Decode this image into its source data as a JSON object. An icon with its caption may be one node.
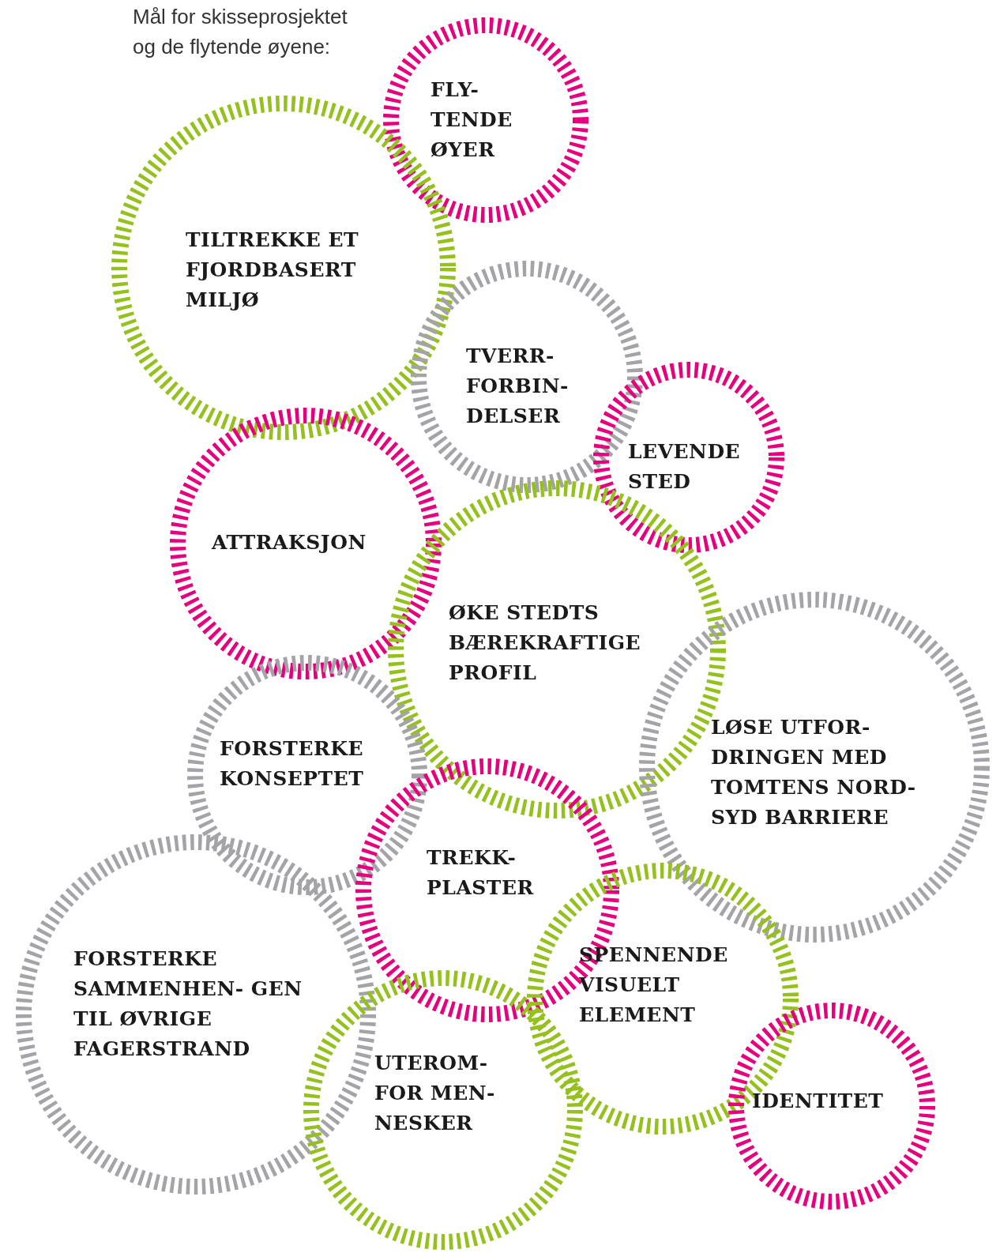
{
  "diagram": {
    "title": "Mål for skisseprosjektet og de flytende øyene:",
    "nodes": [
      {
        "text": [
          "FLY- TENDE ØYER"
        ]
      },
      {
        "text": [
          "TILTREKKE ET FJORDBASERT MILJØ"
        ]
      },
      {
        "text": [
          "TVERR- FORBIN- DELSER"
        ]
      },
      {
        "text": [
          "LEVENDE STED"
        ]
      },
      {
        "text": [
          "ATTRAKSJON"
        ]
      },
      {
        "text": [
          "ØKE STEDTS BÆREKRAFTIGE PROFIL"
        ]
      },
      {
        "text": [
          "FORSTERKE KONSEPTET"
        ]
      },
      {
        "text": [
          "LØSE UTFOR- DRINGEN MED TOMTENS NORD- SYD BARRIERE"
        ]
      },
      {
        "text": [
          "TREKK- PLASTER"
        ]
      },
      {
        "text": [
          "FORSTERKE SAMMENHEN- GEN TIL ØVRIGE FAGERSTRAND"
        ]
      },
      {
        "text": [
          "SPENNENDE VISUELT ELEMENT"
        ]
      },
      {
        "text": [
          "UTEROM- FOR MEN- NESKER"
        ]
      },
      {
        "text": [
          "IDENTITET"
        ]
      }
    ]
  }
}
